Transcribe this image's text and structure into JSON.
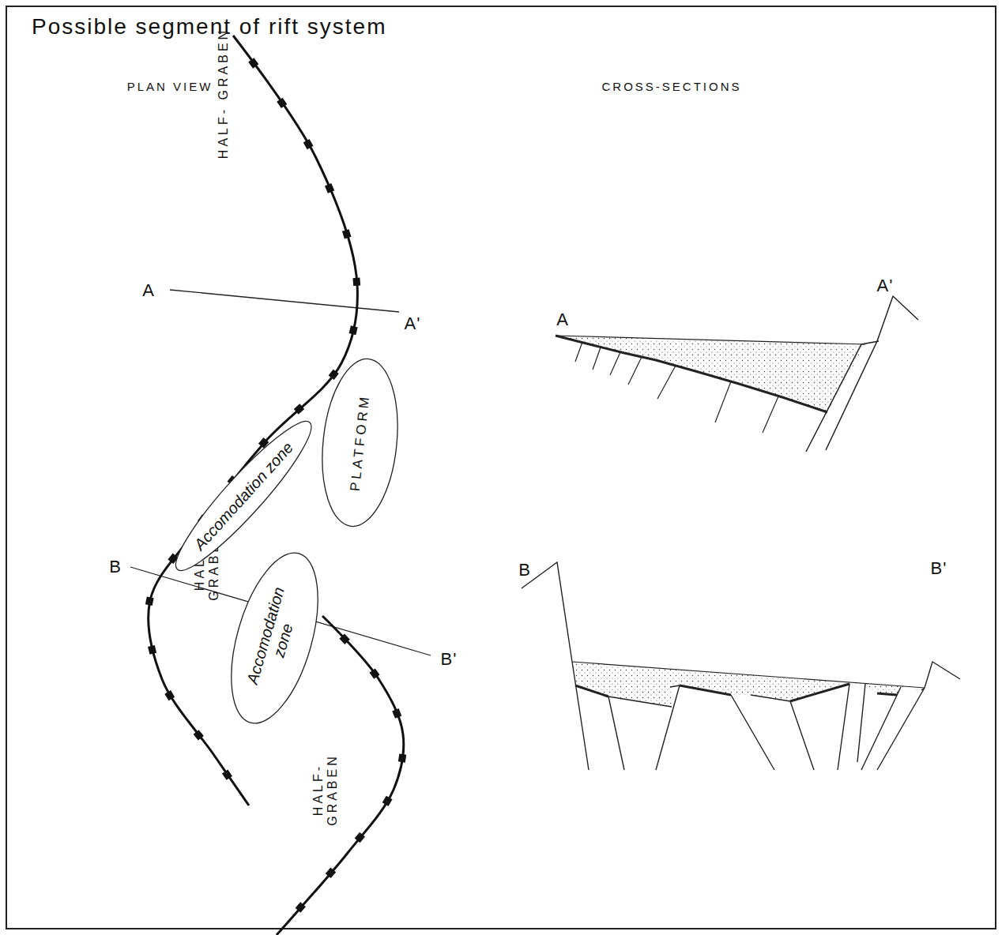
{
  "diagram": {
    "title": "Possible segment of rift system",
    "nodes": [
      {
        "text": [
          "Accomodation zone"
        ]
      },
      {
        "text": [
          "PLATFORM"
        ]
      },
      {
        "text": [
          "Accomodation zone"
        ]
      }
    ],
    "labels": [
      "PLAN VIEW",
      "CROSS-SECTIONS",
      "HALF- GRABEN",
      "HALF- GRABEN",
      "HALF- GRABEN",
      "A",
      "A'",
      "B",
      "B'",
      "A",
      "A'",
      "B",
      "B'"
    ]
  }
}
